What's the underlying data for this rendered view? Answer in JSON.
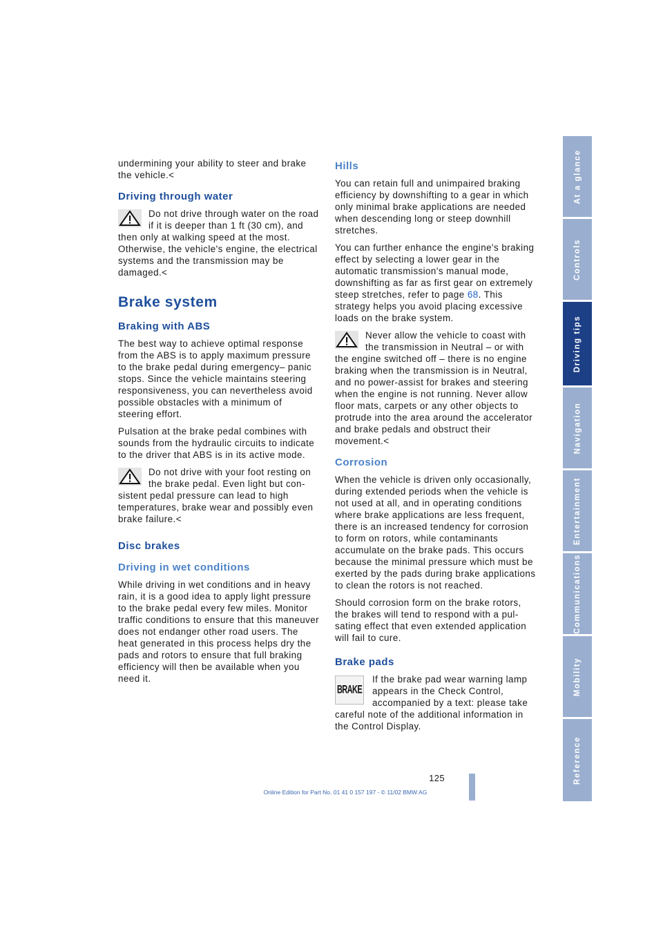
{
  "left": {
    "p_intro": "undermining your ability to steer and brake the vehicle.<",
    "h_water": "Driving through water",
    "warn_water": "Do not drive through water on the road if it is deeper than 1 ft (30 cm), and then only at walking speed at the most. Otherwise, the vehicle's engine, the elec­trical systems and the transmission may be damaged.<",
    "h_brake_system": "Brake system",
    "h_abs": "Braking with ABS",
    "p_abs1": "The best way to achieve optimal response from the ABS is to apply maximum pres­sure to the brake pedal during emergency– panic stops. Since the vehicle maintains steering responsiveness, you can never­theless avoid possible obstacles with a minimum of steering effort.",
    "p_abs2": "Pulsation at the brake pedal combines with sounds from the hydraulic circuits to indi­cate to the driver that ABS is in its active mode.",
    "warn_foot": "Do not drive with your foot resting on the brake pedal. Even light but con­sistent pedal pressure can lead to high temperatures, brake wear and possibly even brake failure.<",
    "h_disc": "Disc brakes",
    "h_wet": "Driving in wet conditions",
    "p_wet": "While driving in wet conditions and in heavy rain, it is a good idea to apply light pressure to the brake pedal every few miles. Monitor traffic conditions to ensure that this maneuver does not endanger other road users. The heat generated in this process helps dry the pads and rotors to ensure that full braking efficiency will then be available when you need it."
  },
  "right": {
    "h_hills": "Hills",
    "p_hills1": "You can retain full and unimpaired braking efficiency by downshifting to a gear in which only minimal brake applications are needed when descending long or steep downhill stretches.",
    "p_hills2_a": "You can further enhance the engine's bra­king effect by selecting a lower gear in the automatic transmission's manual mode, downshifting as far as first gear on extre­mely steep stretches, refer to page ",
    "p_hills2_link": "68",
    "p_hills2_b": ". This strategy helps you avoid placing excessive loads on the brake system.",
    "warn_coast": "Never allow the vehicle to coast with the transmission in Neutral – or with the engine switched off – there is no engine braking when the transmission is in Neu­tral, and no power-assist for brakes and steering when the engine is not running. Never allow floor mats, carpets or any other objects to protrude into the area around the accelerator and brake pedals and obstruct their movement.<",
    "h_corrosion": "Corrosion",
    "p_corr1": "When the vehicle is driven only occasio­nally, during extended periods when the vehicle is not used at all, and in operating conditions where brake applications are less frequent, there is an increased ten­dency for corrosion to form on rotors, while contaminants accumulate on the brake pads. This occurs because the minimal pressure which must be exerted by the pads during brake applications to clean the rotors is not reached.",
    "p_corr2": "Should corrosion form on the brake rotors, the brakes will tend to respond with a pul­sating effect that even extended applica­tion will fail to cure.",
    "h_pads": "Brake pads",
    "brake_icon_text": "BRAKE",
    "p_pads": "If the brake pad wear warning lamp appears in the Check Control, accompanied by a text: please take careful note of the additional information in the Control Display."
  },
  "sidebar": [
    {
      "label": "At a glance"
    },
    {
      "label": "Controls"
    },
    {
      "label": "Driving tips"
    },
    {
      "label": "Navigation"
    },
    {
      "label": "Entertainment"
    },
    {
      "label": "Communications"
    },
    {
      "label": "Mobility"
    },
    {
      "label": "Reference"
    }
  ],
  "page_number": "125",
  "footer": "Online Edition for Part No. 01 41 0 157 197 - © 11/02 BMW AG",
  "colors": {
    "heading": "#1e4f9c",
    "subheading": "#4b82c8",
    "sidebar": "#9aafcf",
    "sidebar_active": "#1d3f86"
  }
}
